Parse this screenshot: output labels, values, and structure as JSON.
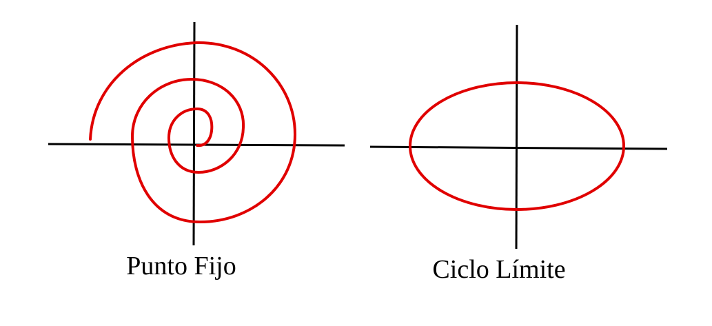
{
  "colors": {
    "curve": "#e00000",
    "axis": "#000000",
    "background": "#ffffff"
  },
  "panels": [
    {
      "id": "fixed-point",
      "label": "Punto Fijo",
      "curve": "spiral"
    },
    {
      "id": "limit-cycle",
      "label": "Ciclo Límite",
      "curve": "ellipse"
    }
  ]
}
